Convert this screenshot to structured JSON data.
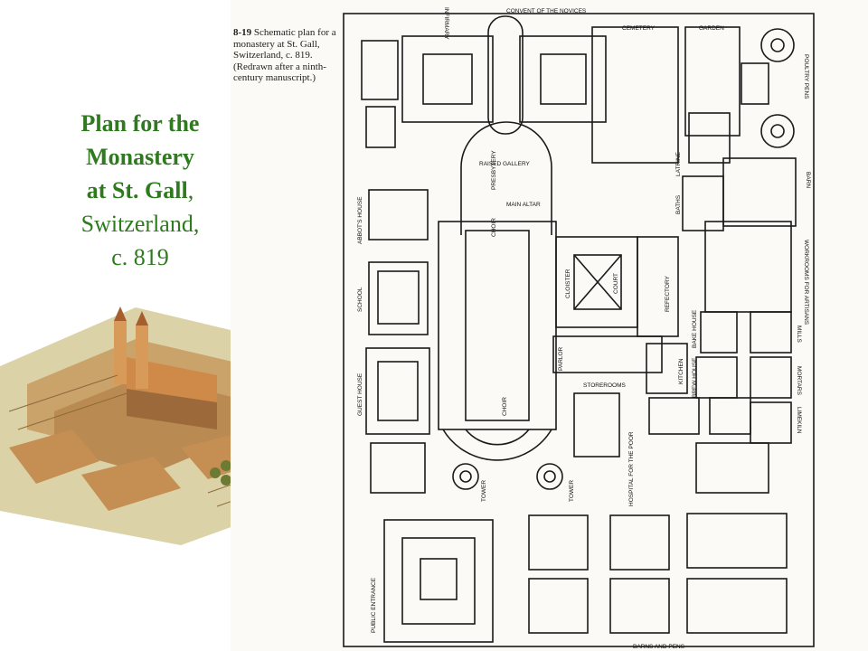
{
  "title": {
    "line1": "Plan for the",
    "line2": "Monastery",
    "line3_bold": "at St. Gall",
    "line3_rest": ",",
    "line4": "Switzerland,",
    "line5": "c. 819"
  },
  "caption": {
    "number": "8-19",
    "text": "Schematic plan for a monastery at St. Gall, Switzerland, c. 819. (Redrawn after a ninth-century manuscript.)"
  },
  "plan_labels": {
    "infirmary": "INFIRMARY",
    "convent": "CONVENT OF THE NOVICES",
    "cemetery": "CEMETERY",
    "garden": "GARDEN",
    "poultry": "POULTRY PENS",
    "raised_gallery": "RAISED GALLERY",
    "presbytery": "PRESBYTERY",
    "main_altar": "MAIN ALTAR",
    "choir": "CHOIR",
    "latrine": "LATRINE",
    "baths": "BATHS",
    "barn": "BARN",
    "abbots_house": "ABBOT'S HOUSE",
    "school": "SCHOOL",
    "cloister": "CLOISTER",
    "court": "COURT",
    "refectory": "REFECTORY",
    "workrooms": "WORKROOMS FOR ARTISANS",
    "parlor": "PARLOR",
    "bake_house": "BAKE HOUSE",
    "mills": "MILLS",
    "storerooms": "STOREROOMS",
    "kitchen": "KITCHEN",
    "brew_house": "BREW HOUSE",
    "mortars": "MORTARS",
    "guest_house": "GUEST HOUSE",
    "kilns": "LIMEKILN",
    "hospital": "HOSPITAL FOR THE POOR",
    "choir_w": "CHOIR",
    "tower1": "TOWER",
    "tower2": "TOWER",
    "public_entrance": "PUBLIC ENTRANCE",
    "barns_pens": "BARNS AND PENS"
  }
}
